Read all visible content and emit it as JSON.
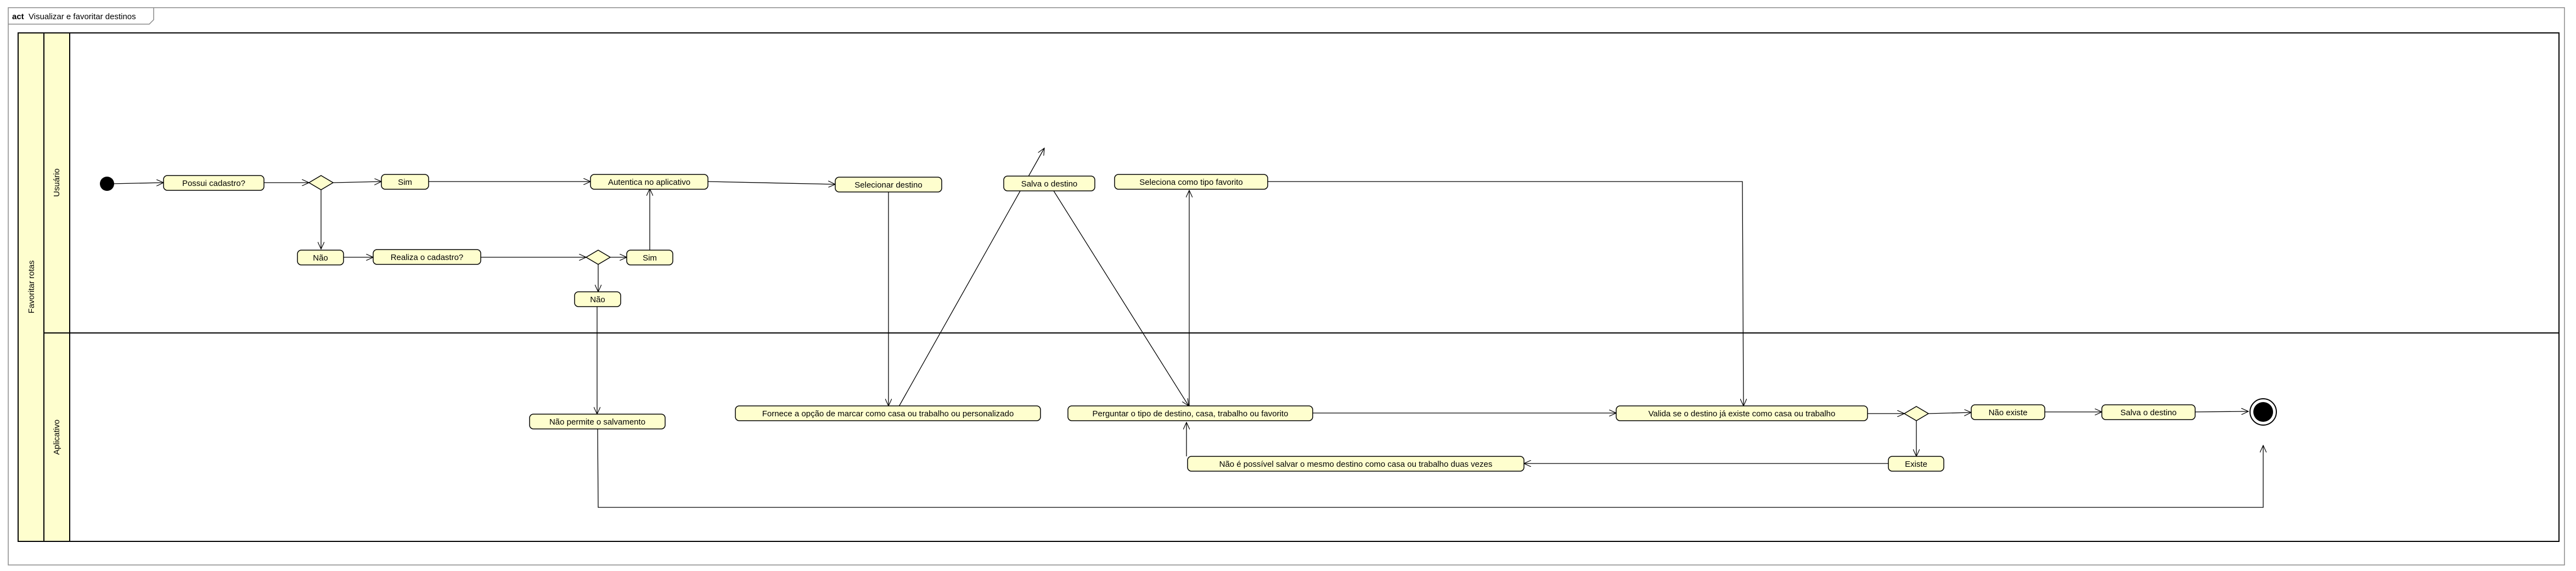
{
  "frame": {
    "keyword": "act",
    "title": "Visualizar e favoritar destinos"
  },
  "partition": {
    "label": "Favoritar rotas"
  },
  "lanes": [
    {
      "id": "usuario",
      "label": "Usuário"
    },
    {
      "id": "aplicativo",
      "label": "Aplicativo"
    }
  ],
  "nodes": {
    "possui_cadastro": "Possui cadastro?",
    "sim_1": "Sim",
    "nao_1": "Não",
    "realiza_cadastro": "Realiza o cadastro?",
    "sim_2": "Sim",
    "nao_2": "Não",
    "autentica": "Autentica no aplicativo",
    "selecionar_destino": "Selecionar destino",
    "salva_destino_usuario": "Salva o destino",
    "seleciona_favorito": "Seleciona como tipo favorito",
    "nao_permite": "Não permite o salvamento",
    "fornece_opcao": "Fornece a opção de marcar como casa ou trabalho ou personalizado",
    "perguntar_tipo": "Perguntar o tipo de destino, casa, trabalho ou favorito",
    "valida_existe": "Valida se o destino já existe como casa ou trabalho",
    "nao_existe": "Não existe",
    "salva_destino_app": "Salva o destino",
    "nao_possivel": "Não é possível salvar o mesmo destino como casa ou trabalho duas vezes",
    "existe": "Existe"
  },
  "colors": {
    "node_fill": "#fefece",
    "lane_header_fill": "#fefece",
    "stroke": "#000000",
    "background": "#ffffff"
  }
}
